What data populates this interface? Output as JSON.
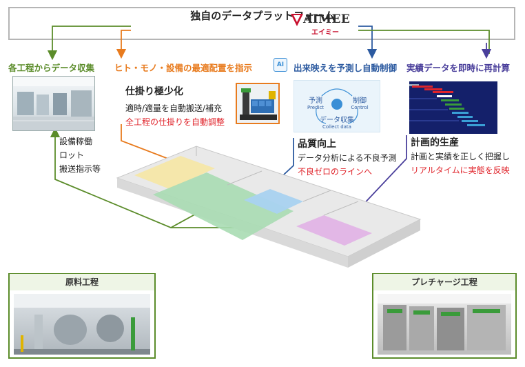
{
  "platform": {
    "title": "独自のデータプラットフォーム",
    "logo_text": "AIMEE",
    "logo_kana": "エイミー"
  },
  "headers": {
    "collect": "各工程からデータ収集",
    "placement": "ヒト・モノ・設備の最適配置を指示",
    "predict": "出来映えを予測し自動制御",
    "recalc": "実績データを即時に再計算"
  },
  "ai_badge": "AI",
  "collect_items": [
    "設備稼働",
    "ロット",
    "搬送指示等"
  ],
  "wip": {
    "title": "仕掛り極少化",
    "line1": "適時/適量を自動搬送/補充",
    "line2": "全工程の仕掛りを自動調整"
  },
  "quality": {
    "title": "品質向上",
    "line1": "データ分析による不良予測",
    "line2": "不良ゼロのラインへ"
  },
  "planning": {
    "title": "計画的生産",
    "line1": "計画と実績を正しく把握し",
    "line2": "リアルタイムに実態を反映"
  },
  "ai_cycle": {
    "predict": "予測",
    "predict_en": "Predict",
    "control": "制御",
    "control_en": "Control",
    "collect": "データ収集",
    "collect_en": "Collect data"
  },
  "process_boxes": {
    "raw": "原料工程",
    "precharge": "プレチャージ工程"
  },
  "colors": {
    "green": "#5b8c2a",
    "orange": "#e87b1e",
    "blue": "#2c5aa0",
    "purple": "#4a3f9b",
    "red": "#e0242b"
  }
}
